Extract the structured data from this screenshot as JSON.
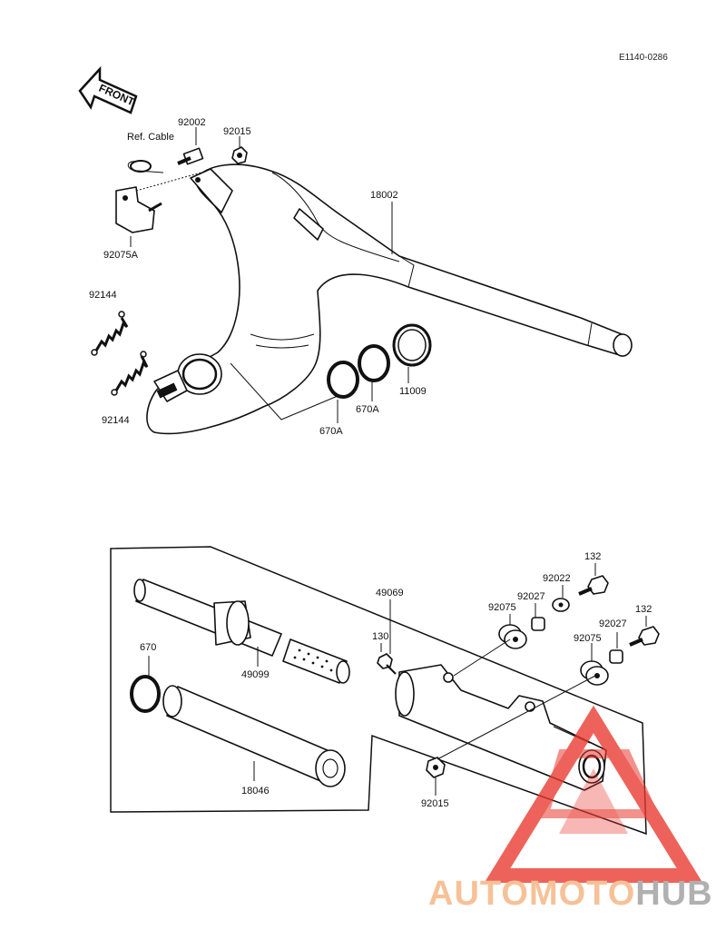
{
  "drawing_code": "E1140-0286",
  "direction_label": "FRONT",
  "upper": {
    "ref_cable": "Ref. Cable",
    "labels": {
      "bolt_92002": "92002",
      "nut_92015": "92015",
      "bracket_92075A": "92075A",
      "pipe_18002": "18002",
      "spring_92144_top": "92144",
      "spring_92144_bottom": "92144",
      "seal_11009": "11009",
      "ring_670A_right": "670A",
      "ring_670A_left": "670A"
    }
  },
  "lower": {
    "labels": {
      "silencer_49069": "49069",
      "core_49099": "49099",
      "ring_670": "670",
      "packing_18046": "18046",
      "nut_92015": "92015",
      "bolt_130": "130",
      "bolt_132_top": "132",
      "bolt_132_bottom": "132",
      "washer_92022": "92022",
      "collar_92027_top": "92027",
      "collar_92027_bottom": "92027",
      "damper_92075_top": "92075",
      "damper_92075_bottom": "92075"
    }
  },
  "watermark": {
    "part1": "AUTOMOTO",
    "part2": "HUB",
    "color_primary": "#f5b07a",
    "color_secondary": "#9a9a9a",
    "triangle_color": "#e8382e"
  }
}
